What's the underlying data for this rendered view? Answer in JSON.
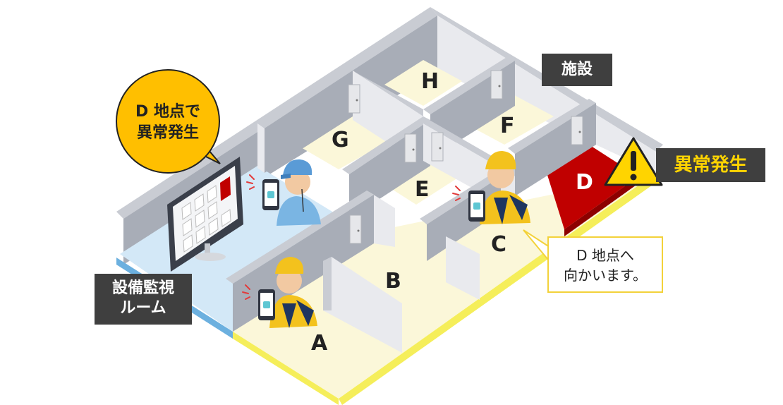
{
  "colors": {
    "floor_default": "#fbf7d9",
    "floor_monitor": "#d3e8f7",
    "floor_alert": "#c00000",
    "wall_top": "#c9ccd3",
    "wall_side": "#a8adb7",
    "wall_inner": "#e9eaee",
    "edge_yellow": "#f5ee5a",
    "edge_blue": "#6cb0df",
    "bubble_yellow": "#ffbf00",
    "callout_border": "#f3d23a",
    "tag_dark": "#3f3f3f",
    "worker_blue": "#7ab5e3",
    "worker_yellow": "#f3c21d"
  },
  "rooms": {
    "A": "A",
    "B": "B",
    "C": "C",
    "D": "D",
    "E": "E",
    "F": "F",
    "G": "G",
    "H": "H"
  },
  "facility_label": "施設",
  "monitor_room_label": {
    "line1": "設備監視",
    "line2": "ルーム"
  },
  "alert_label": "異常発生",
  "monitor_bubble": {
    "line1": "D 地点で",
    "line2": "異常発生"
  },
  "worker_callout": {
    "line1": "D 地点へ",
    "line2": "向かいます。"
  },
  "icons": [
    "warning-icon",
    "smartphone-icon",
    "door-icon",
    "monitor-icon",
    "worker-icon"
  ]
}
